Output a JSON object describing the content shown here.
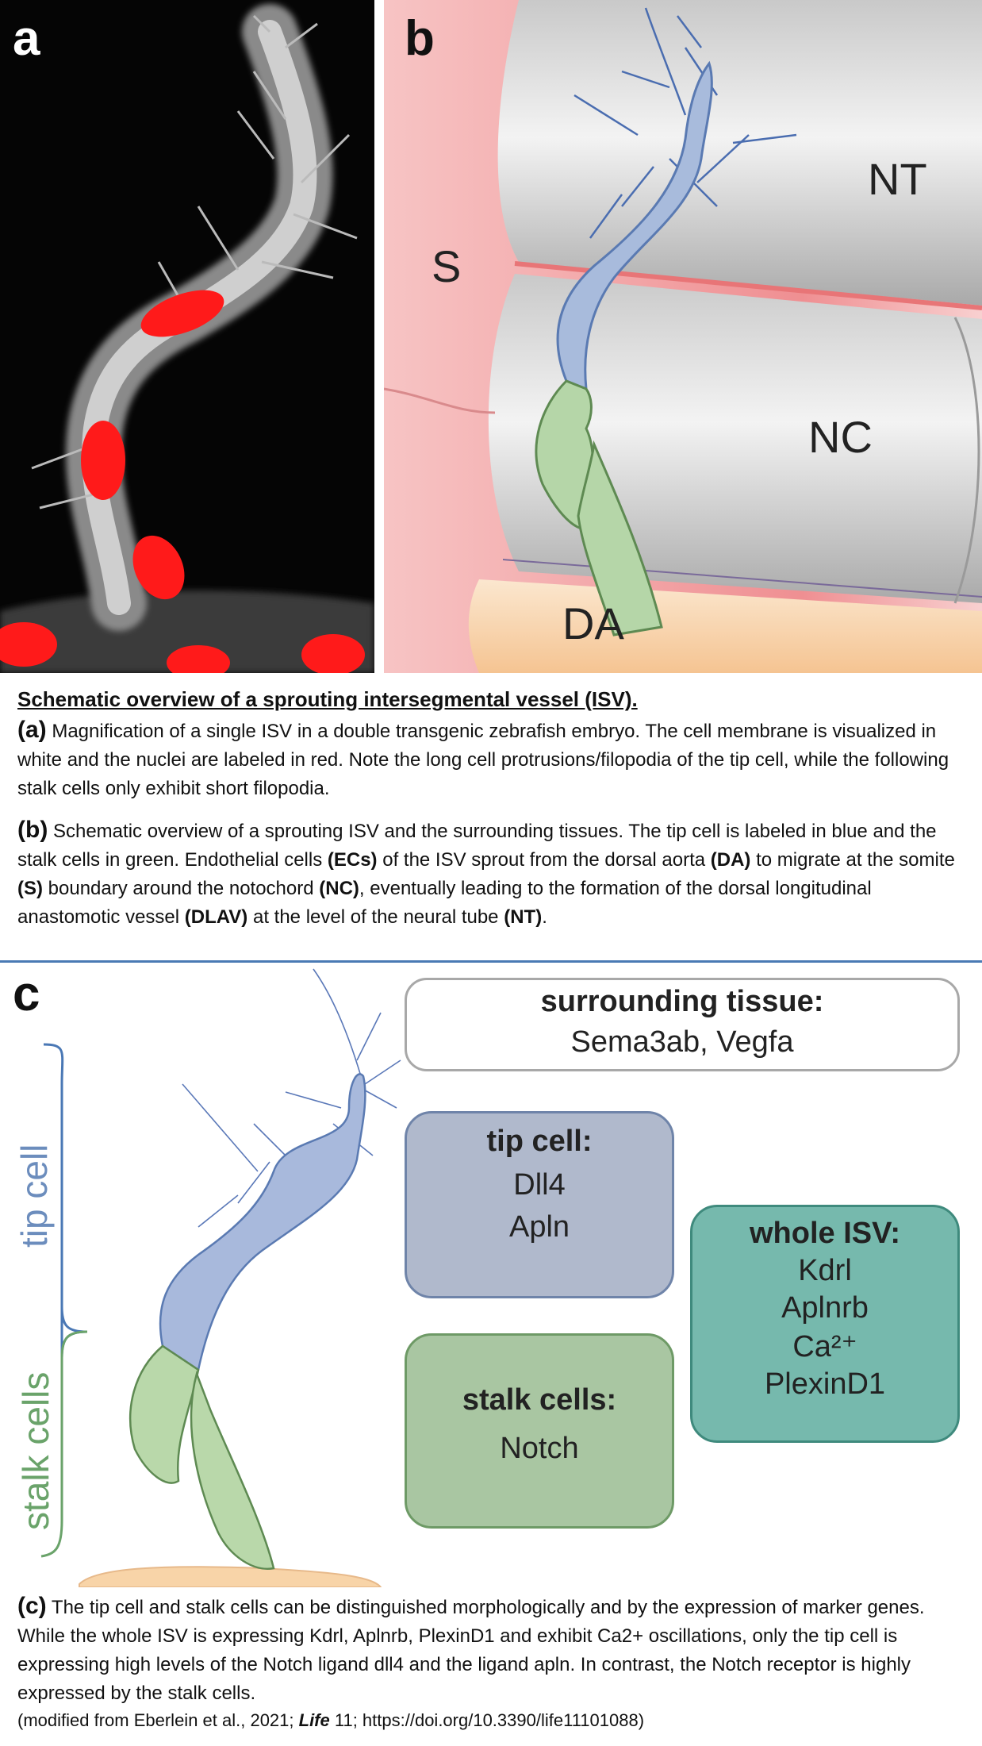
{
  "panel_a": {
    "letter": "a"
  },
  "panel_b": {
    "letter": "b",
    "labels": {
      "s": "S",
      "nt": "NT",
      "nc": "NC",
      "da": "DA"
    }
  },
  "caption_ab": {
    "title": "Schematic overview of a sprouting intersegmental vessel (ISV).",
    "a_letter": "(a)",
    "a_text": " Magnification of a single ISV in a double transgenic zebrafish embryo. The cell membrane is visualized in white and the nuclei are labeled in red. Note the long cell protrusions/filopodia of the tip cell, while the following stalk cells only exhibit short filopodia.",
    "b_letter": "(b)",
    "b_text_1": " Schematic overview of a sprouting ISV and the surrounding tissues. The tip cell is labeled in blue and the stalk cells in green. Endothelial cells ",
    "b_ecs": "(ECs)",
    "b_text_2": " of the ISV sprout from the dorsal aorta ",
    "b_da": "(DA)",
    "b_text_3": " to migrate at the somite ",
    "b_s": "(S)",
    "b_text_4": " boundary around the notochord ",
    "b_nc": "(NC)",
    "b_text_5": ", eventually leading to the formation of the dorsal longitudinal anastomotic vessel ",
    "b_dlav": "(DLAV)",
    "b_text_6": " at the level of the neural tube ",
    "b_nt": "(NT)",
    "b_text_7": "."
  },
  "panel_c": {
    "letter": "c",
    "tip_cell_label": "tip cell",
    "stalk_cells_label": "stalk cells",
    "surrounding": {
      "heading": "surrounding tissue:",
      "genes": "Sema3ab, Vegfa"
    },
    "tip_cell": {
      "heading": "tip cell:",
      "genes": [
        "Dll4",
        "Apln"
      ]
    },
    "stalk_cells": {
      "heading": "stalk cells:",
      "genes": [
        "Notch"
      ]
    },
    "whole_isv": {
      "heading": "whole ISV:",
      "genes": [
        "Kdrl",
        "Aplnrb",
        "Ca²⁺",
        "PlexinD1"
      ]
    },
    "colors": {
      "tip": "#a8b8d8",
      "stalk": "#b5d3a8",
      "whole": "#76b9ad",
      "tip_bracket": "#4a78b5",
      "stalk_bracket": "#6aa36a"
    }
  },
  "caption_c": {
    "c_letter": "(c)",
    "c_text": " The tip cell and stalk cells can be distinguished morphologically and by the expression of marker genes. While the whole ISV is expressing Kdrl, Aplnrb, PlexinD1 and exhibit Ca2+ oscillations, only the tip cell is expressing high levels of the Notch ligand dll4 and the ligand apln. In contrast, the Notch receptor is highly expressed by the stalk cells.",
    "citation_1": "(modified from Eberlein et al., 2021; ",
    "citation_journal": "Life",
    "citation_2": " 11; https://doi.org/10.3390/life11101088)"
  }
}
